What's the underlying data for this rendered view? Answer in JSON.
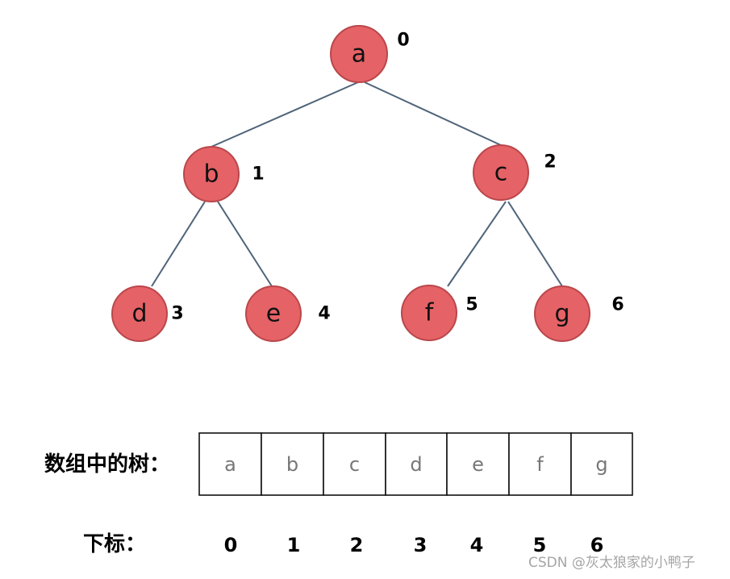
{
  "tree": {
    "nodes": [
      {
        "label": "a",
        "index": "0"
      },
      {
        "label": "b",
        "index": "1"
      },
      {
        "label": "c",
        "index": "2"
      },
      {
        "label": "d",
        "index": "3"
      },
      {
        "label": "e",
        "index": "4"
      },
      {
        "label": "f",
        "index": "5"
      },
      {
        "label": "g",
        "index": "6"
      }
    ],
    "edges": [
      [
        "a",
        "b"
      ],
      [
        "a",
        "c"
      ],
      [
        "b",
        "d"
      ],
      [
        "b",
        "e"
      ],
      [
        "c",
        "f"
      ],
      [
        "c",
        "g"
      ]
    ],
    "colors": {
      "node_fill": "#e56266",
      "node_stroke": "#b9474b",
      "edge": "#4f6479"
    }
  },
  "array": {
    "label": "数组中的树：",
    "values": [
      "a",
      "b",
      "c",
      "d",
      "e",
      "f",
      "g"
    ]
  },
  "indices": {
    "label": "下标：",
    "values": [
      "0",
      "1",
      "2",
      "3",
      "4",
      "5",
      "6"
    ]
  },
  "watermark": "CSDN @灰太狼家的小鸭子"
}
